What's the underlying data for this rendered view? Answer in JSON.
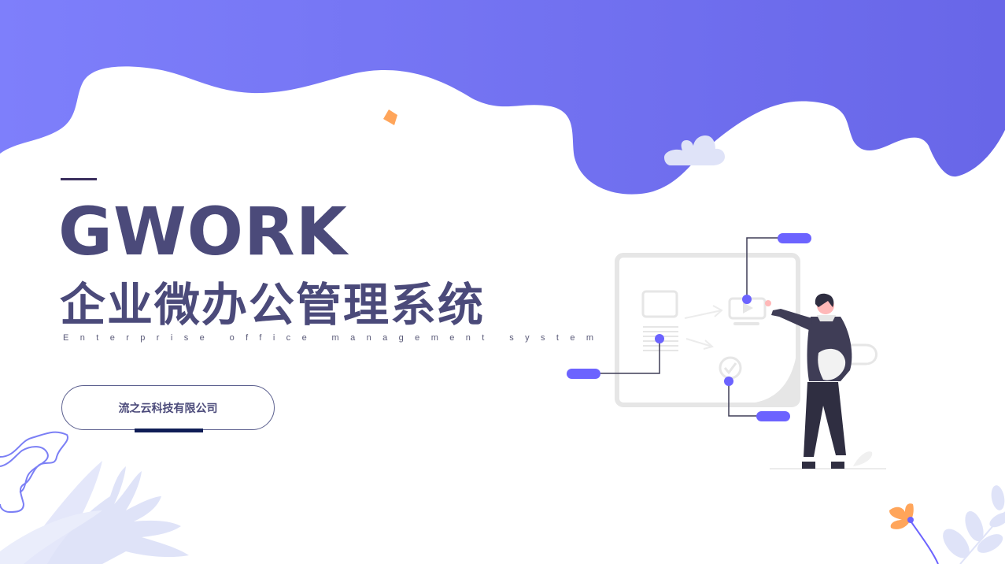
{
  "slide": {
    "title": "GWORK",
    "subtitle": "企业微办公管理系统",
    "tagline": "Enterprise office management system",
    "company_button": {
      "label": "流之云科技有限公司"
    }
  },
  "colors": {
    "wave_start": "#7e7ffb",
    "wave_end": "#6866e8",
    "title": "#4b4a7a",
    "accent_dot": "#6c63ff",
    "figure_dark": "#3f3d56",
    "orange": "#ffa55a",
    "leaf": "#dfe3f8",
    "company_bar": "#0f1d56"
  },
  "decor": {
    "icons": [
      "wave-banner",
      "cloud-icon",
      "orange-diamond",
      "whiteboard-illustration",
      "person-figure",
      "fern-leaf",
      "squiggle-line",
      "flower-icon",
      "branch-leaves"
    ]
  }
}
